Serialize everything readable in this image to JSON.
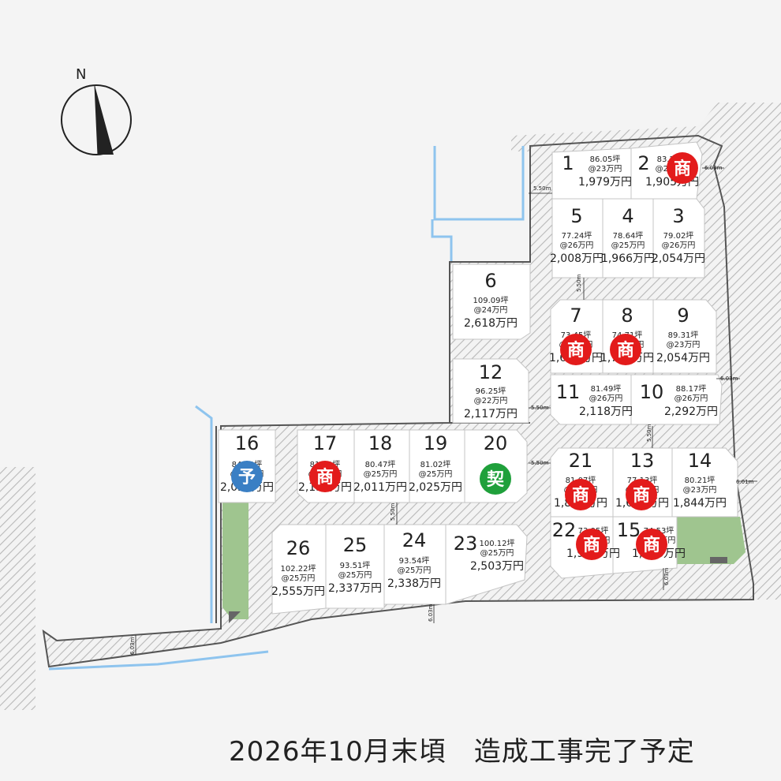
{
  "caption": "2026年10月末頃　造成工事完了予定",
  "north_label": "N",
  "colors": {
    "sold": "#1fa03b",
    "business": "#e31b1b",
    "reserved": "#3a7fc4",
    "water": "#8ec4ee",
    "green": "#9fc58f"
  },
  "road_widths": [
    "5.50m",
    "6.03m",
    "5.50m",
    "6.03m",
    "5.50m",
    "5.50m",
    "5.50m",
    "6.01m",
    "5.50m",
    "6.03m",
    "6.03m",
    "6.03m"
  ],
  "lots": [
    {
      "no": "1",
      "area": "86.05坪",
      "unit": "@23万円",
      "price": "1,979万円",
      "badge": null
    },
    {
      "no": "2",
      "area": "83.26坪",
      "unit": "@23万円",
      "price": "1,905万円",
      "badge": "商"
    },
    {
      "no": "3",
      "area": "79.02坪",
      "unit": "@26万円",
      "price": "2,054万円",
      "badge": null
    },
    {
      "no": "4",
      "area": "78.64坪",
      "unit": "@25万円",
      "price": "1,966万円",
      "badge": null
    },
    {
      "no": "5",
      "area": "77.24坪",
      "unit": "@26万円",
      "price": "2,008万円",
      "badge": null
    },
    {
      "no": "6",
      "area": "109.09坪",
      "unit": "@24万円",
      "price": "2,618万円",
      "badge": null
    },
    {
      "no": "7",
      "area": "73.45坪",
      "unit": "@23万円",
      "price": "1,689万円",
      "badge": "商"
    },
    {
      "no": "8",
      "area": "74.71坪",
      "unit": "@23万円",
      "price": "1,718万円",
      "badge": "商"
    },
    {
      "no": "9",
      "area": "89.31坪",
      "unit": "@23万円",
      "price": "2,054万円",
      "badge": null
    },
    {
      "no": "10",
      "area": "88.17坪",
      "unit": "@26万円",
      "price": "2,292万円",
      "badge": null
    },
    {
      "no": "11",
      "area": "81.49坪",
      "unit": "@26万円",
      "price": "2,118万円",
      "badge": null
    },
    {
      "no": "12",
      "area": "96.25坪",
      "unit": "@22万円",
      "price": "2,117万円",
      "badge": null
    },
    {
      "no": "13",
      "area": "77.13坪",
      "unit": "@21万円",
      "price": "1,619万円",
      "badge": "商"
    },
    {
      "no": "14",
      "area": "80.21坪",
      "unit": "@23万円",
      "price": "1,844万円",
      "badge": null
    },
    {
      "no": "15",
      "area": "74.53坪",
      "unit": "@24万円",
      "price": "1,788万円",
      "badge": "商"
    },
    {
      "no": "16",
      "area": "84.39坪",
      "unit": "@24万円",
      "price": "2,025万円",
      "badge": "予"
    },
    {
      "no": "17",
      "area": "81.99坪",
      "unit": "@26万円",
      "price": "2,131万円",
      "badge": "商"
    },
    {
      "no": "18",
      "area": "80.47坪",
      "unit": "@25万円",
      "price": "2,011万円",
      "badge": null
    },
    {
      "no": "19",
      "area": "81.02坪",
      "unit": "@25万円",
      "price": "2,025万円",
      "badge": null
    },
    {
      "no": "20",
      "area": "",
      "unit": "",
      "price": "",
      "badge": "契"
    },
    {
      "no": "21",
      "area": "81.07坪",
      "unit": "@23万円",
      "price": "1,864万円",
      "badge": "商"
    },
    {
      "no": "22",
      "area": "73.95坪",
      "unit": "@26万円",
      "price": "1,922万円",
      "badge": "商"
    },
    {
      "no": "23",
      "area": "100.12坪",
      "unit": "@25万円",
      "price": "2,503万円",
      "badge": null
    },
    {
      "no": "24",
      "area": "93.54坪",
      "unit": "@25万円",
      "price": "2,338万円",
      "badge": null
    },
    {
      "no": "25",
      "area": "93.51坪",
      "unit": "@25万円",
      "price": "2,337万円",
      "badge": null
    },
    {
      "no": "26",
      "area": "102.22坪",
      "unit": "@25万円",
      "price": "2,555万円",
      "badge": null
    }
  ]
}
